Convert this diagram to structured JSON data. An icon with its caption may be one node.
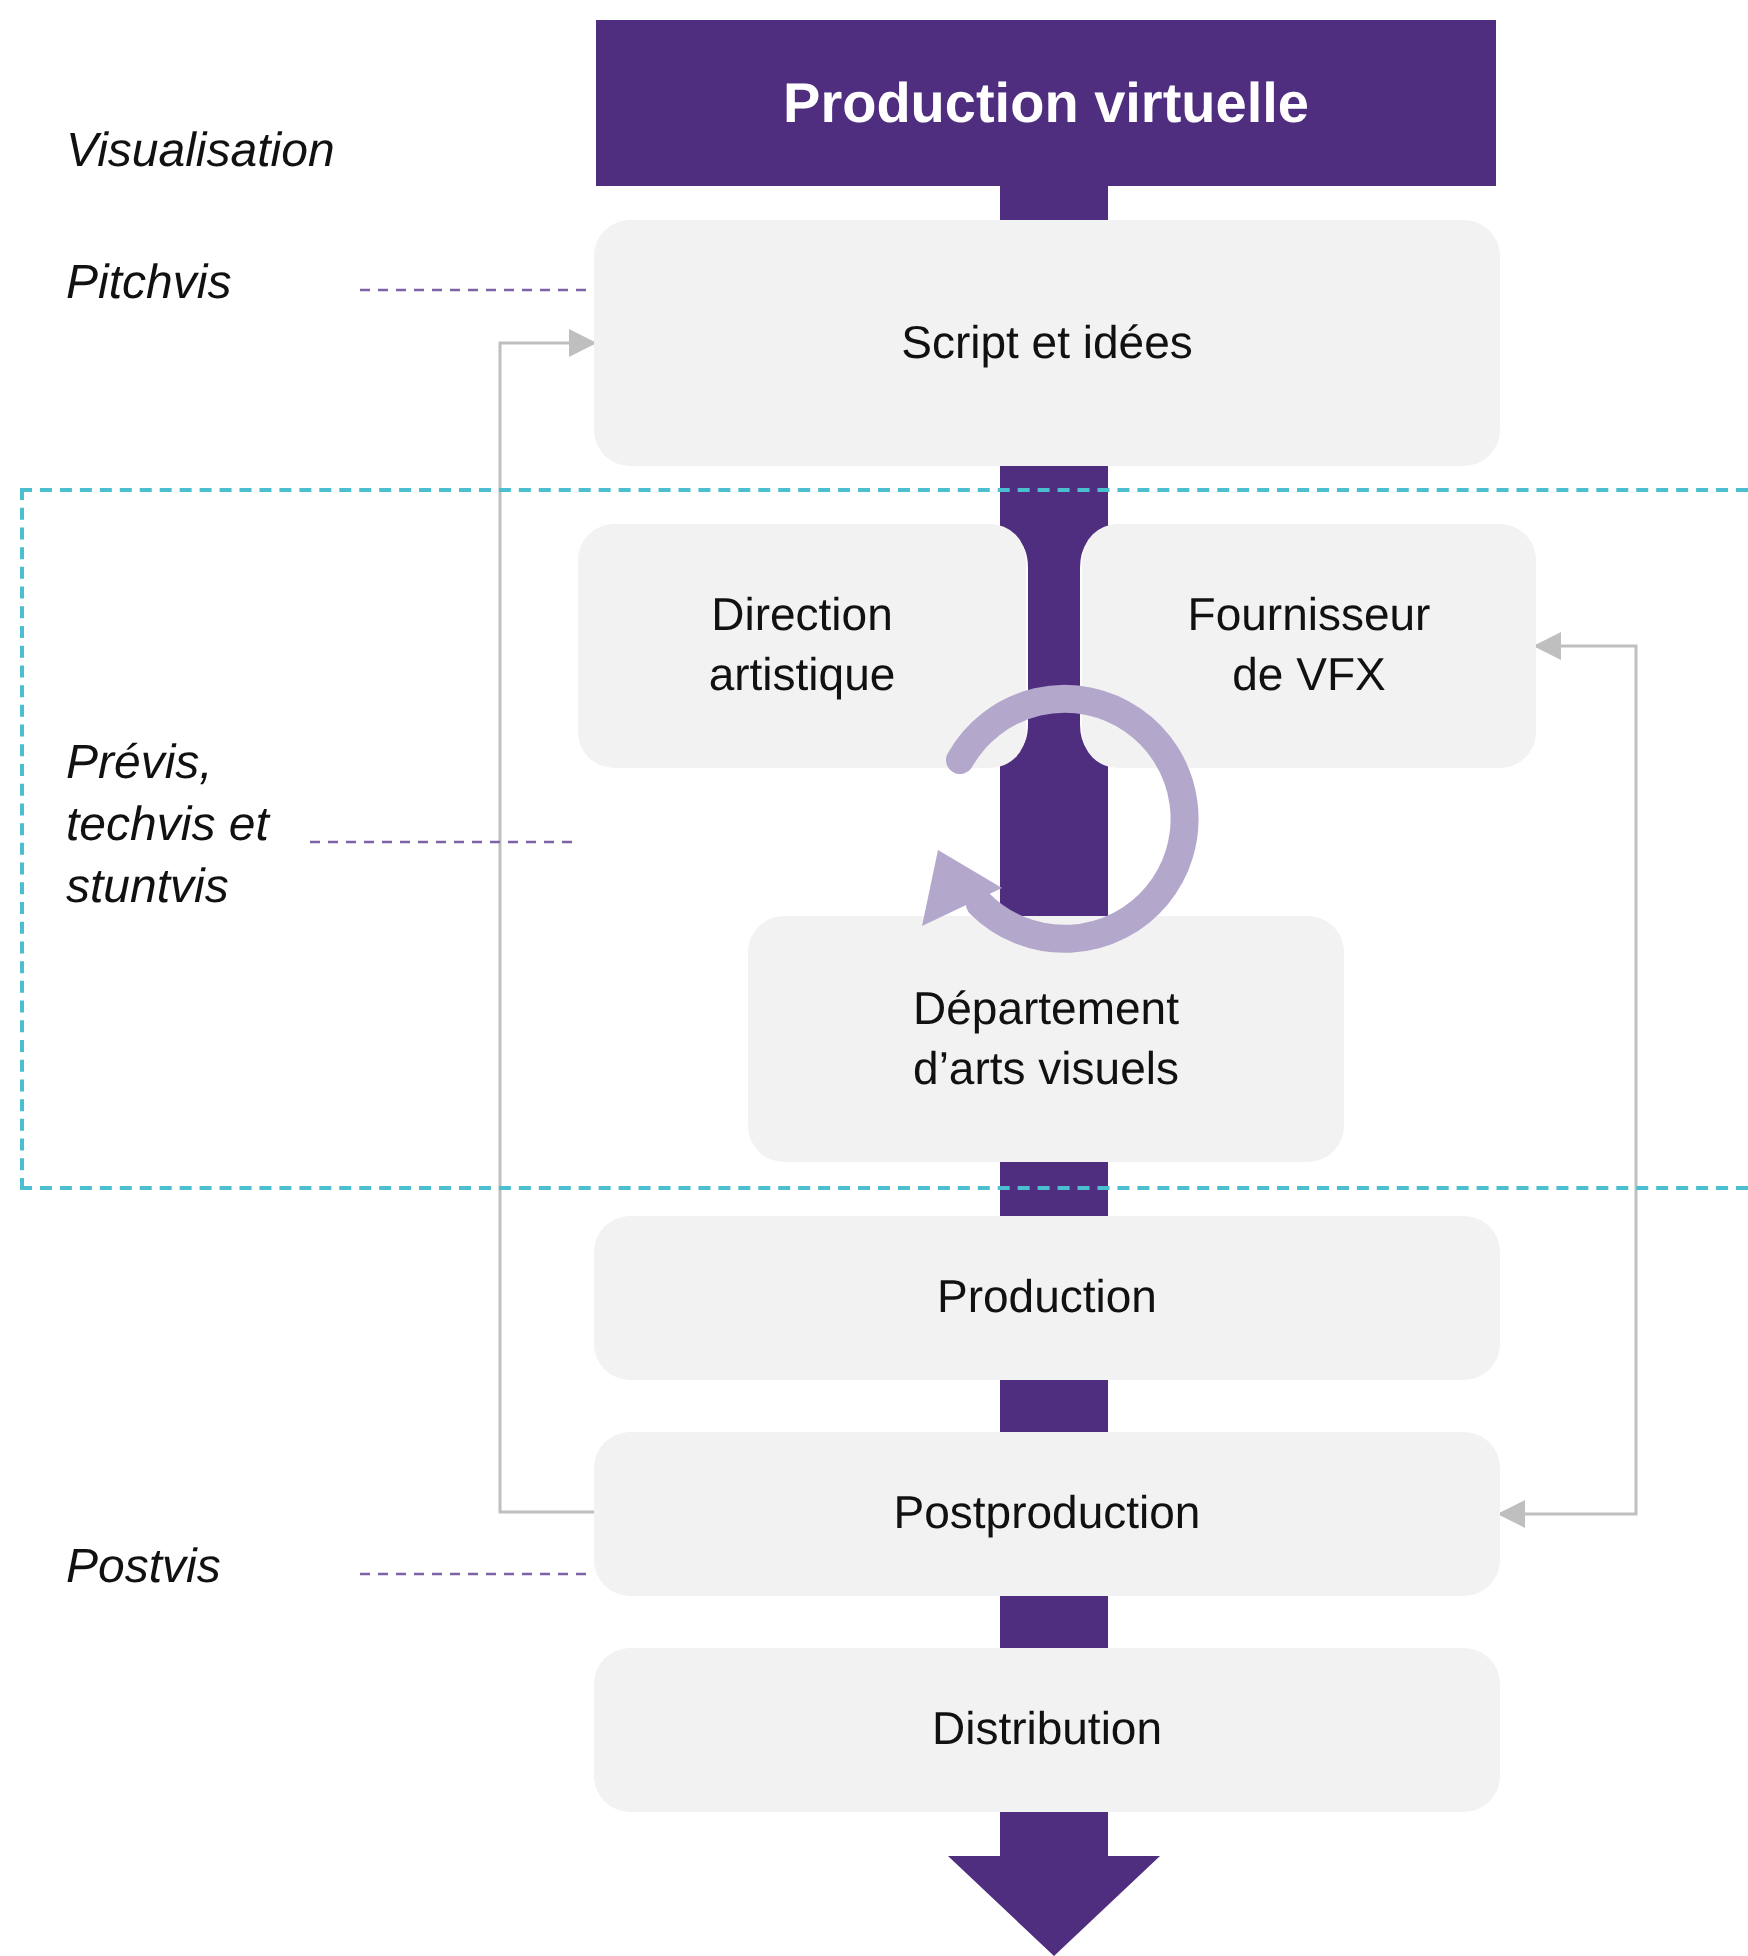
{
  "diagram": {
    "nodes": [
      {
        "text": [
          "Production virtuelle"
        ]
      },
      {
        "text": [
          "Pitchvis"
        ]
      },
      {
        "text": [
          "Script et idées"
        ]
      },
      {
        "text": [],
        "shape": "box"
      },
      {
        "text": [
          "Prévis, techvis et stuntvis"
        ],
        "in": 3
      },
      {
        "text": [
          "Direction artistique"
        ],
        "in": 3
      },
      {
        "text": [
          "Fournisseur de VFX"
        ],
        "in": 3
      },
      {
        "text": [
          "Département d’arts visuels"
        ],
        "in": 3
      },
      {
        "text": [
          "Production"
        ]
      },
      {
        "text": [
          "Postproduction"
        ]
      },
      {
        "text": [
          "Postvis"
        ]
      },
      {
        "text": [
          "Distribution"
        ]
      }
    ],
    "edges": [
      {
        "from": 0,
        "to": 2,
        "arrow": "none",
        "style": "thick"
      },
      {
        "from": 2,
        "to": 7,
        "arrow": "none",
        "style": "thick"
      },
      {
        "from": 7,
        "to": 8,
        "arrow": "none",
        "style": "thick"
      },
      {
        "from": 8,
        "to": 9,
        "arrow": "none",
        "style": "thick"
      },
      {
        "from": 9,
        "to": 11,
        "arrow": "none",
        "style": "thick"
      },
      {
        "from": 11,
        "to": null,
        "arrow": "to",
        "style": "thick"
      },
      {
        "from": 9,
        "to": 2,
        "arrow": "to",
        "color": "#bfbfbf"
      },
      {
        "from": 6,
        "to": 9,
        "arrow": "both",
        "color": "#bfbfbf"
      },
      {
        "from": 1,
        "to": 2,
        "arrow": "none",
        "style": "dashed",
        "color": "#7f63a8"
      },
      {
        "from": 4,
        "to": null,
        "arrow": "none",
        "style": "dashed",
        "color": "#7f63a8"
      },
      {
        "from": 10,
        "to": 9,
        "arrow": "none",
        "style": "dashed",
        "color": "#7f63a8"
      }
    ],
    "labels": [
      "Visualisation"
    ]
  }
}
